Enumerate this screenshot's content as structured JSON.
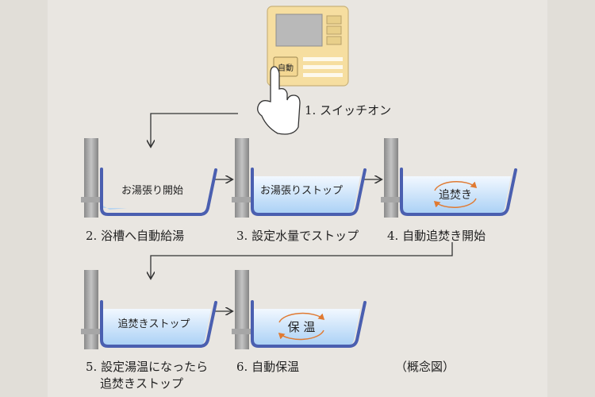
{
  "panel": {
    "button_label": "自動",
    "panel_color": "#f6dea0",
    "screen_color": "#b9b9b9"
  },
  "steps": [
    {
      "caption": "1. スイッチオン"
    },
    {
      "caption": "2. 浴槽へ自動給湯",
      "tub_text": "お湯張り開始"
    },
    {
      "caption": "3. 設定水量でストップ",
      "tub_text": "お湯張りストップ"
    },
    {
      "caption": "4. 自動追焚き開始",
      "tub_text": "追焚き"
    },
    {
      "caption_line1": "5. 設定湯温になったら",
      "caption_line2": "追焚きストップ",
      "tub_text": "追焚きストップ"
    },
    {
      "caption": "6. 自動保温",
      "tub_text": "保 温"
    }
  ],
  "note": "（概念図）",
  "colors": {
    "tub_outline": "#4a5fb0",
    "water": "#cfe6fb",
    "arrow": "#e07a32",
    "pipe": "#9b9b9b"
  }
}
